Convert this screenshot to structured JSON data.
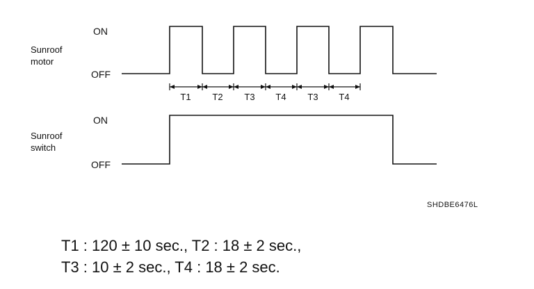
{
  "motor_label_line1": "Sunroof",
  "motor_label_line2": "motor",
  "switch_label_line1": "Sunroof",
  "switch_label_line2": "switch",
  "on_label": "ON",
  "off_label": "OFF",
  "periods": [
    "T1",
    "T2",
    "T3",
    "T4",
    "T3",
    "T4"
  ],
  "figure_code": "SHDBE6476L",
  "timing_line1": "T1 : 120 ± 10 sec., T2 : 18 ± 2 sec.,",
  "timing_line2": "T3 : 10 ± 2 sec., T4 : 18 ± 2 sec."
}
